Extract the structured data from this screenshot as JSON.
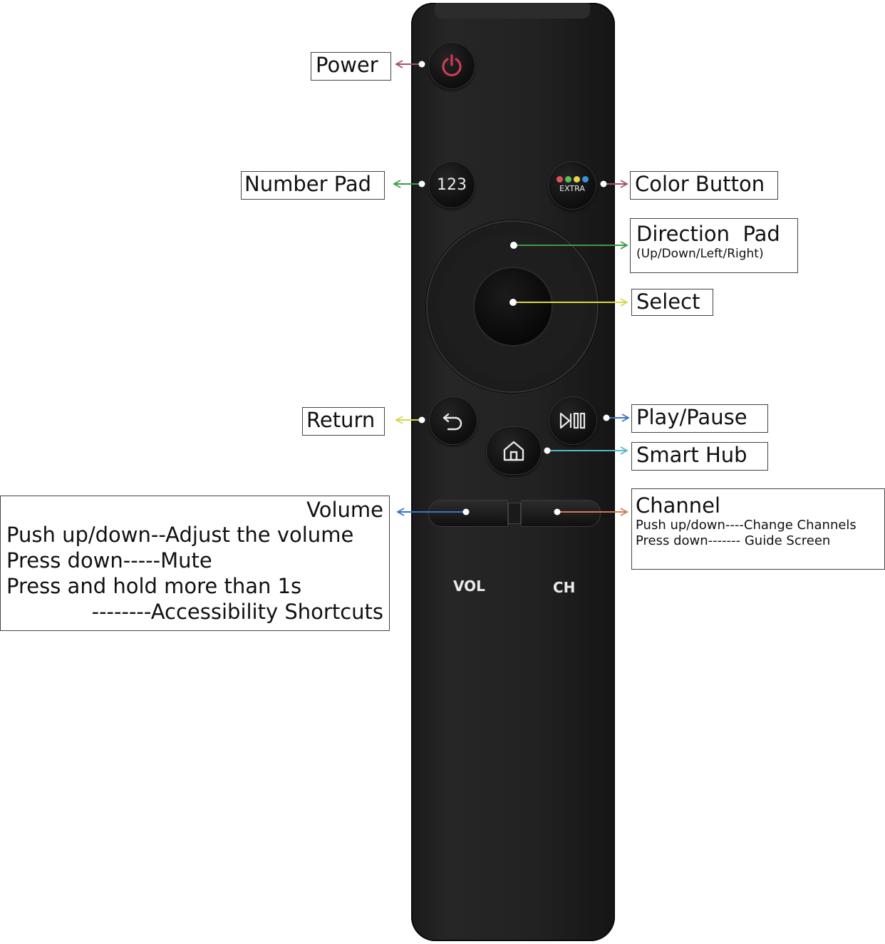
{
  "remote": {
    "number_button_label": "123",
    "extra_button_label": "EXTRA",
    "vol_label": "VOL",
    "ch_label": "CH",
    "colors": {
      "power_icon": "#d03a57",
      "dot_red": "#e0515b",
      "dot_green": "#5dbb59",
      "dot_yellow": "#e7d34b",
      "dot_blue": "#3e8fd9"
    },
    "icons": [
      "power-icon",
      "return-icon",
      "play-pause-icon",
      "home-icon"
    ]
  },
  "callouts": {
    "power": "Power",
    "number_pad": "Number Pad",
    "color_button": "Color Button",
    "direction_pad": {
      "title": "Direction  Pad",
      "sub": "(Up/Down/Left/Right)"
    },
    "select": "Select",
    "return": "Return",
    "play_pause": "Play/Pause",
    "smart_hub": "Smart Hub",
    "volume": {
      "title": "Volume",
      "line1": "Push up/down--Adjust the volume",
      "line2": "Press down-----Mute",
      "line3": "Press and hold more than 1s",
      "line4": "--------Accessibility Shortcuts"
    },
    "channel": {
      "title": "Channel",
      "line1": "Push up/down----Change Channels",
      "line2": "Press down------- Guide Screen"
    }
  },
  "arrow_colors": {
    "power": "#a8506a",
    "number_pad": "#3e9a4a",
    "color_button": "#a8506a",
    "direction_pad": "#3e9a4a",
    "select": "#d8d84a",
    "return": "#d8d84a",
    "play_pause": "#3b74c4",
    "smart_hub": "#55b9c9",
    "volume": "#3b74c4",
    "channel": "#cf7a57"
  }
}
